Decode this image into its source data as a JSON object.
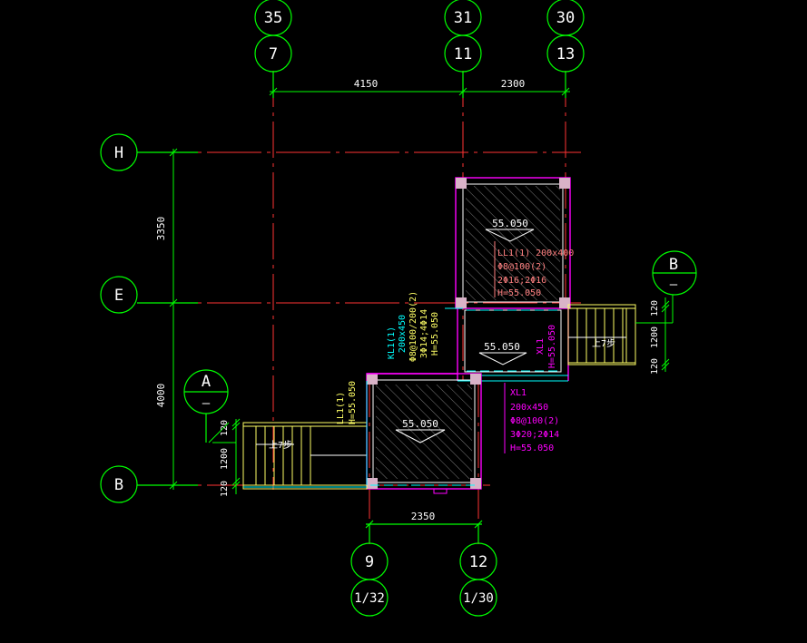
{
  "colors": {
    "background": "#000000",
    "axis_bubble": "#00ff00",
    "axis_line": "#ff0000",
    "dimension": "#00ff00",
    "wall": "#ff00ff",
    "beam": "#00ffff",
    "slab_text": "#ff8080",
    "stair": "#ffff66",
    "text": "#ffffff"
  },
  "axes": {
    "top": [
      {
        "upper": "35",
        "lower": "7"
      },
      {
        "upper": "31",
        "lower": "11"
      },
      {
        "upper": "30",
        "lower": "13"
      }
    ],
    "bottom": [
      {
        "upper": "9",
        "lower": "1/32"
      },
      {
        "upper": "12",
        "lower": "1/30"
      }
    ],
    "left": [
      "H",
      "E",
      "B"
    ]
  },
  "dimensions": {
    "top": [
      "4150",
      "2300"
    ],
    "bottom": "2350",
    "left": [
      "3350",
      "4000"
    ],
    "left_stair": [
      "120",
      "1200",
      "120"
    ],
    "right_stair": [
      "120",
      "1200",
      "120"
    ]
  },
  "section_marks": {
    "a": {
      "letter": "A",
      "dash": "–"
    },
    "b": {
      "letter": "B",
      "dash": "–"
    }
  },
  "elevations": {
    "upper_room": "55.050",
    "middle_room": "55.050",
    "lower_room": "55.050"
  },
  "stairs": {
    "left_label": "上7步",
    "right_label": "上7步"
  },
  "annotations": {
    "ll1_right": [
      "LL1(1)  200x400",
      "Φ8@100(2)",
      "2Φ16;2Φ16",
      "H=55.050"
    ],
    "kl1": [
      "KL1(1)",
      "200x450",
      "Φ8@100/200(2)",
      "3Φ14;4Φ14",
      "H=55.050"
    ],
    "xl1_vertical": [
      "XL1",
      "H=55.050"
    ],
    "xl1_right": [
      "XL1",
      "200x450",
      "Φ8@100(2)",
      "3Φ20;2Φ14",
      "H=55.050"
    ],
    "ll1_left": [
      "LL1(1)",
      "H=55.050"
    ]
  }
}
